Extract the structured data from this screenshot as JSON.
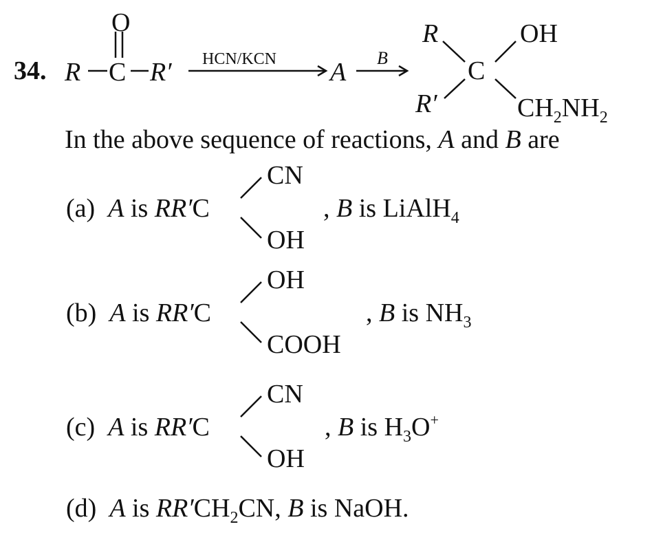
{
  "question": {
    "number": "34.",
    "reaction": {
      "reactant": {
        "left": "R",
        "center": "C",
        "right": "R′",
        "top": "O"
      },
      "step1_reagent": "HCN/KCN",
      "intermediate": "A",
      "step2_reagent": "B",
      "product": {
        "top_left": "R",
        "bottom_left": "R′",
        "center": "C",
        "top_right": "OH",
        "bottom_right": "CH",
        "bottom_right_sub1": "2",
        "bottom_right_mid": "NH",
        "bottom_right_sub2": "2"
      }
    },
    "stem": {
      "prefix": "In the above sequence of reactions, ",
      "a": "A",
      "mid": " and ",
      "b": "B",
      "suffix": " are"
    },
    "options": [
      {
        "label": "(a)",
        "a": "A",
        "is1": " is ",
        "group": "RR′",
        "c": "C",
        "top": "CN",
        "bottom": "OH",
        "comma": ",",
        "b": "B",
        "is2": " is ",
        "reagent": "LiAlH",
        "reagent_sub": "4"
      },
      {
        "label": "(b)",
        "a": "A",
        "is1": " is ",
        "group": "RR′",
        "c": "C",
        "top": "OH",
        "bottom": "COOH",
        "comma": ",",
        "b": "B",
        "is2": " is ",
        "reagent": "NH",
        "reagent_sub": "3"
      },
      {
        "label": "(c)",
        "a": "A",
        "is1": " is ",
        "group": "RR′",
        "c": "C",
        "top": "CN",
        "bottom": "OH",
        "comma": ",",
        "b": "B",
        "is2": " is ",
        "reagent": "H",
        "reagent_sub": "3",
        "reagent_mid": "O",
        "reagent_sup": "+"
      },
      {
        "label": "(d)",
        "a": "A",
        "is1": " is ",
        "group": "RR′",
        "p1": "CH",
        "p1_sub": "2",
        "p2": "CN, ",
        "b": "B",
        "is2": " is ",
        "reagent": "NaOH."
      }
    ]
  }
}
